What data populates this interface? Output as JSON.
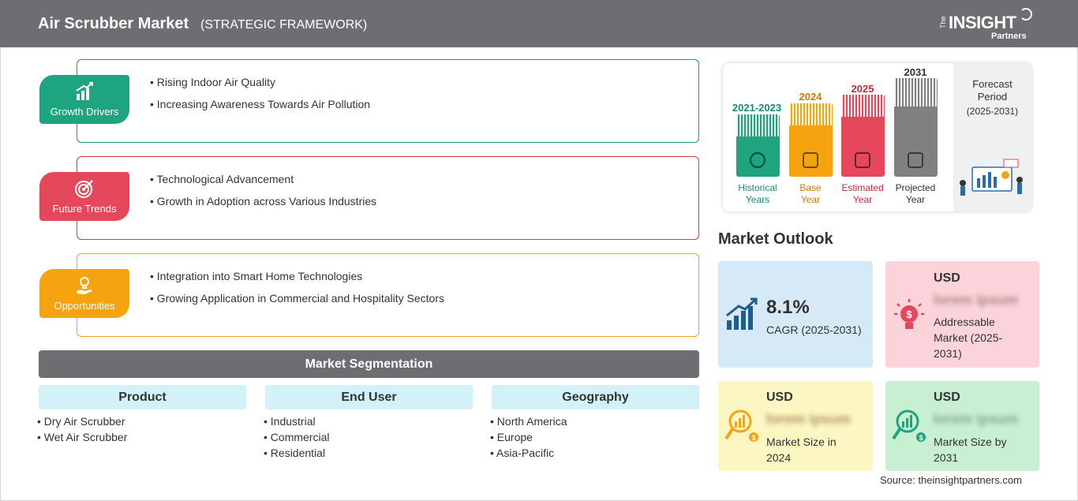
{
  "header": {
    "title": "Air Scrubber Market",
    "subtitle": "(STRATEGIC FRAMEWORK)",
    "logo_the": "The",
    "logo_main": "INSIGHT",
    "logo_partners": "Partners"
  },
  "framework": {
    "growth_drivers": {
      "label": "Growth Drivers",
      "items": [
        "Rising Indoor Air Quality",
        "Increasing Awareness Towards Air Pollution"
      ]
    },
    "future_trends": {
      "label": "Future Trends",
      "items": [
        "Technological Advancement",
        "Growth in Adoption across Various Industries"
      ]
    },
    "opportunities": {
      "label": "Opportunities",
      "items": [
        "Integration into Smart Home Technologies",
        "Growing Application in Commercial and Hospitality Sectors"
      ]
    }
  },
  "segmentation": {
    "title": "Market Segmentation",
    "product": {
      "header": "Product",
      "items": [
        "Dry Air Scrubber",
        "Wet Air Scrubber"
      ]
    },
    "end_user": {
      "header": "End User",
      "items": [
        "Industrial",
        "Commercial",
        "Residential"
      ]
    },
    "geography": {
      "header": "Geography",
      "items": [
        "North America",
        "Europe",
        "Asia-Pacific"
      ]
    }
  },
  "timeline": {
    "historical": {
      "year": "2021-2023",
      "label_1": "Historical",
      "label_2": "Years",
      "color": "#1ea57f"
    },
    "base": {
      "year": "2024",
      "label_1": "Base",
      "label_2": "Year",
      "color": "#f5a30f"
    },
    "estimated": {
      "year": "2025",
      "label_1": "Estimated",
      "label_2": "Year",
      "color": "#e5475b"
    },
    "projected": {
      "year": "2031",
      "label_1": "Projected",
      "label_2": "Year",
      "color": "#808080"
    },
    "forecast_1": "Forecast",
    "forecast_2": "Period",
    "forecast_3": "(2025-2031)"
  },
  "outlook": {
    "title": "Market Outlook",
    "cagr_value": "8.1%",
    "cagr_label": "CAGR (2025-2031)",
    "addressable": {
      "usd": "USD",
      "value": "lorem ipsum",
      "desc_1": "Addressable",
      "desc_2": "Market (2025-",
      "desc_3": "2031)"
    },
    "size_2024": {
      "usd": "USD",
      "value": "lorem ipsum",
      "desc_1": "Market Size in",
      "desc_2": "2024"
    },
    "size_2031": {
      "usd": "USD",
      "value": "lorem ipsum",
      "desc_1": "Market Size by",
      "desc_2": "2031"
    }
  },
  "source": "Source: theinsightpartners.com"
}
